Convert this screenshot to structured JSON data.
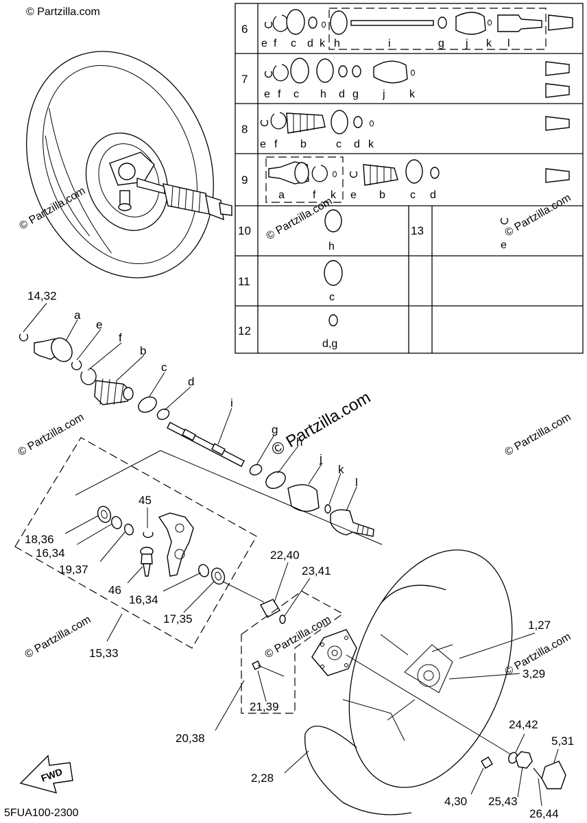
{
  "figure_code": "5FUA100-2300",
  "watermark": "© Partzilla.com",
  "fwd_label": "FWD",
  "callouts": {
    "c14_32": "14,32",
    "a": "a",
    "e": "e",
    "f": "f",
    "b": "b",
    "c": "c",
    "d": "d",
    "i": "i",
    "g": "g",
    "h": "h",
    "j": "j",
    "k": "k",
    "l": "l",
    "c45": "45",
    "c18_36": "18,36",
    "c16_34a": "16,34",
    "c19_37": "19,37",
    "c46": "46",
    "c16_34b": "16,34",
    "c17_35": "17,35",
    "c15_33": "15,33",
    "c22_40": "22,40",
    "c23_41": "23,41",
    "c1_27": "1,27",
    "c3_29": "3,29",
    "c21_39": "21,39",
    "c20_38": "20,38",
    "c2_28": "2,28",
    "c24_42": "24,42",
    "c5_31": "5,31",
    "c4_30": "4,30",
    "c25_43": "25,43",
    "c26_44": "26,44"
  },
  "kit_table": {
    "rows": [
      {
        "no": "6",
        "letters": [
          "e",
          "f",
          "c",
          "d",
          "k",
          "h",
          "i",
          "g",
          "j",
          "k",
          "l"
        ]
      },
      {
        "no": "7",
        "letters": [
          "e",
          "f",
          "c",
          "h",
          "d",
          "g",
          "j",
          "k"
        ]
      },
      {
        "no": "8",
        "letters": [
          "e",
          "f",
          "b",
          "c",
          "d",
          "k"
        ]
      },
      {
        "no": "9",
        "letters": [
          "a",
          "f",
          "k",
          "e",
          "b",
          "c",
          "d"
        ]
      },
      {
        "no": "10",
        "letters": [
          "h"
        ]
      },
      {
        "no": "11",
        "letters": [
          "c"
        ]
      },
      {
        "no": "12",
        "letters": [
          "d,g"
        ]
      },
      {
        "no": "13",
        "letters": [
          "e"
        ]
      }
    ]
  }
}
